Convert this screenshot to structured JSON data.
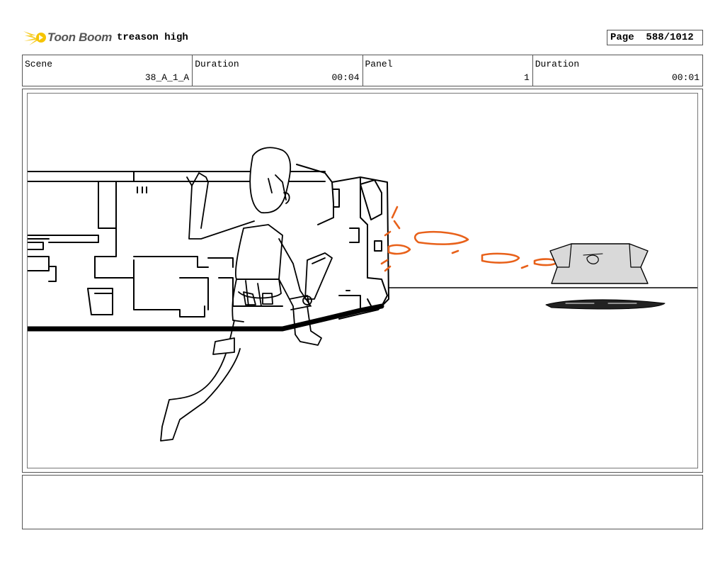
{
  "header": {
    "logo_icon": "toon-boom-comet-icon",
    "logo_text": "Toon Boom",
    "project_title": "treason high",
    "page_label": "Page",
    "page_value": "588/1012"
  },
  "info_row": [
    {
      "label": "Scene",
      "value": "38_A_1_A"
    },
    {
      "label": "Duration",
      "value": "00:04"
    },
    {
      "label": "Panel",
      "value": "1"
    },
    {
      "label": "Duration",
      "value": "00:01"
    }
  ],
  "panel": {
    "drawing": "storyboard-sketch",
    "accent_color": "#e8611a"
  },
  "notes": {
    "text": ""
  }
}
